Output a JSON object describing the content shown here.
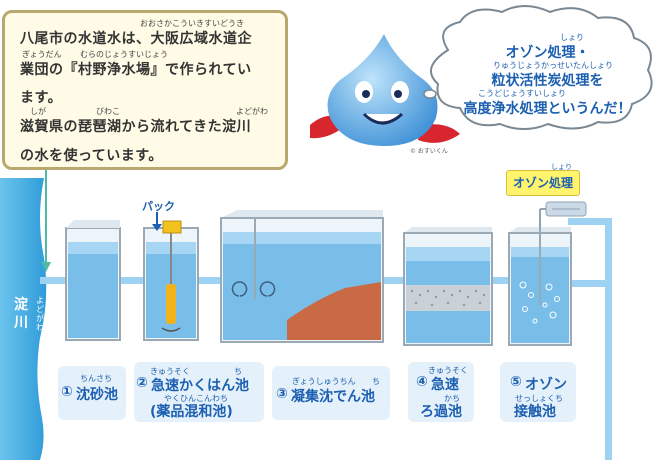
{
  "info": {
    "line1": "八尾市の水道水は、大阪広域水道企",
    "line2": "業団の『村野浄水場』で作られてい",
    "line3": "ます。",
    "line4": "滋賀県の琵琶湖から流れてきた淀川",
    "line5": "の水を使っています。",
    "ruby_osaka": "おおさかこういきすいどうき",
    "ruby_gyoudan": "ぎょうだん",
    "ruby_murano": "むらのじょうすいじょう",
    "ruby_shiga": "しが",
    "ruby_biwako": "びわこ",
    "ruby_yodogawa": "よどがわ"
  },
  "cloud": {
    "line1": "オゾン処理・",
    "line2": "粒状活性炭処理を",
    "line3": "高度浄水処理というんだ！",
    "ruby1": "しょり",
    "ruby2": "りゅうじょうかっせいたんしょり",
    "ruby3": "こうどじょうすいしょり"
  },
  "mascot_credit": "© おすいくん",
  "river": {
    "name": "淀川",
    "ruby": "よどがわ"
  },
  "pack_label": "パック",
  "ozone_tag": {
    "label": "オゾン処理",
    "ruby": "しょり"
  },
  "stages": [
    {
      "number": "①",
      "name": "沈砂池",
      "ruby": "ちんさち"
    },
    {
      "number": "②",
      "name": "急速かくはん池",
      "sub": "(薬品混和池)",
      "ruby": "きゅうそく",
      "ruby2": "ち",
      "sub_ruby": "やくひんこんわち"
    },
    {
      "number": "③",
      "name": "凝集沈でん池",
      "ruby": "ぎょうしゅうちん",
      "ruby2": "ち"
    },
    {
      "number": "④",
      "name": "急速",
      "name2": "ろ過池",
      "ruby": "きゅうそく",
      "ruby2": "かち"
    },
    {
      "number": "⑤",
      "name": "オゾン",
      "name2": "接触池",
      "ruby": "せっしょくち"
    }
  ],
  "colors": {
    "water": "#6fb6e8",
    "water_light": "#bfe0f7",
    "label_blue": "#1d5fb1",
    "sludge": "#c96a45",
    "river": "#4db2e3"
  }
}
